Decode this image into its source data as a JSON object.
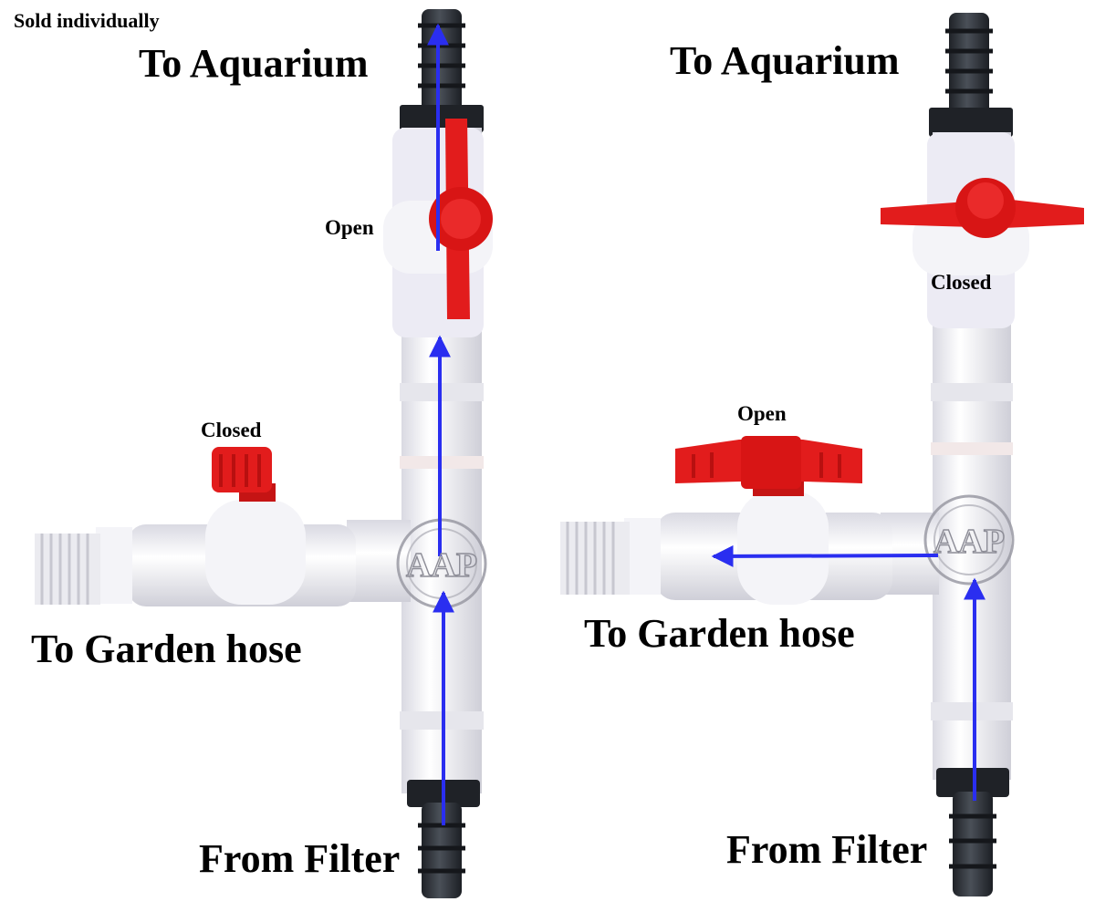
{
  "note": "Sold individually",
  "colors": {
    "arrow": "#2a2ef0",
    "handle": "#e21c1c",
    "pipe": "#f2f2f6",
    "barb": "#2b2f36",
    "text": "#000000"
  },
  "left_assembly": {
    "top_label": "To Aquarium",
    "upper_valve_state": "Open",
    "side_valve_state": "Closed",
    "side_label": "To Garden hose",
    "bottom_label": "From Filter",
    "logo": "AAP"
  },
  "right_assembly": {
    "top_label": "To Aquarium",
    "upper_valve_state": "Closed",
    "side_valve_state": "Open",
    "side_label": "To Garden hose",
    "bottom_label": "From Filter",
    "logo": "AAP"
  }
}
